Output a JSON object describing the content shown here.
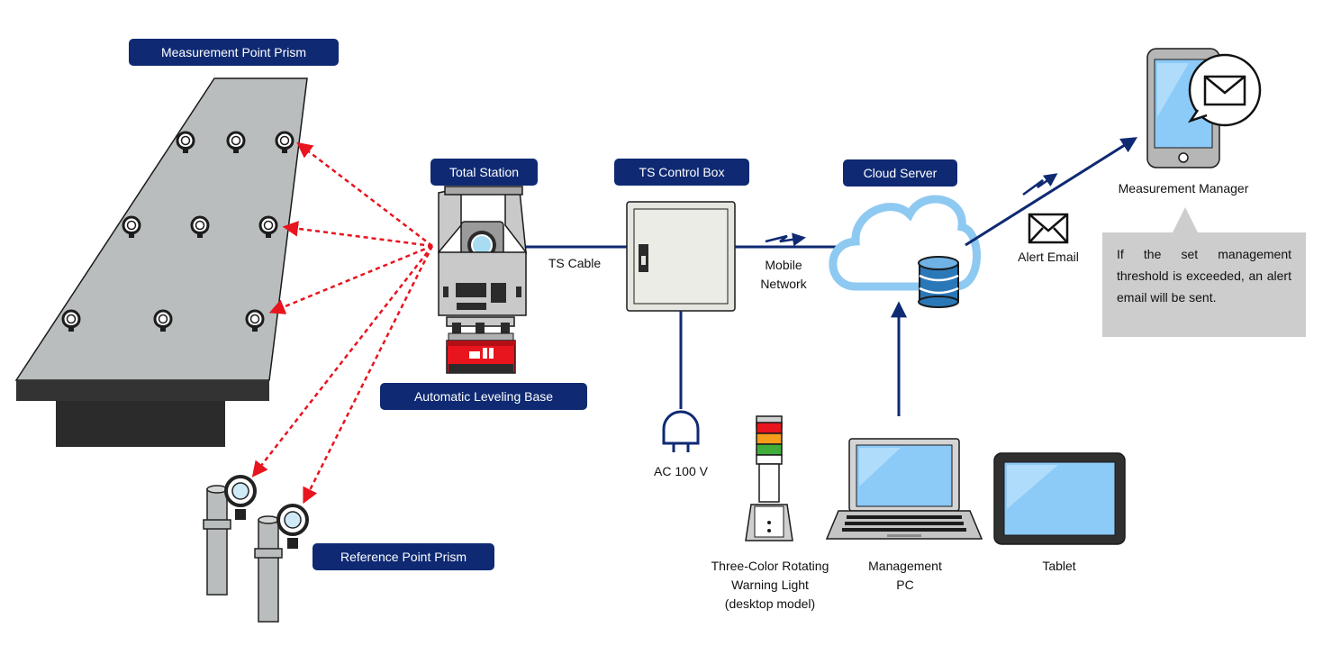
{
  "labels": {
    "measurement_point_prism": "Measurement Point Prism",
    "total_station": "Total Station",
    "ts_control_box": "TS Control Box",
    "cloud_server": "Cloud Server",
    "automatic_leveling_base": "Automatic Leveling Base",
    "reference_point_prism": "Reference Point Prism",
    "ts_cable": "TS Cable",
    "mobile_network": [
      "Mobile",
      "Network"
    ],
    "alert_email": "Alert Email",
    "measurement_manager": "Measurement Manager",
    "ac_power": "AC 100 V",
    "warning_light": [
      "Three-Color Rotating",
      "Warning Light",
      "(desktop model)"
    ],
    "management_pc": [
      "Management",
      "PC"
    ],
    "tablet": "Tablet"
  },
  "callout": {
    "text": "If the set management threshold is exceeded, an alert email will be sent."
  },
  "colors": {
    "pill_bg": "#0f2a73",
    "line": "#0f2a73",
    "laser": "#e8141e",
    "cloud": "#8ec9f1",
    "screen": "#8ccaf7",
    "beam": "#b9bdbd",
    "callout_bg": "#cdcdcd"
  },
  "icons": {
    "total_station": "total-station-icon",
    "control_box": "control-box-icon",
    "cloud": "cloud-icon",
    "database": "database-icon",
    "smartphone": "smartphone-icon",
    "email": "envelope-icon",
    "power_plug": "power-plug-icon",
    "warning_light": "warning-light-icon",
    "laptop": "laptop-icon",
    "tablet": "tablet-icon",
    "prism": "prism-icon"
  }
}
